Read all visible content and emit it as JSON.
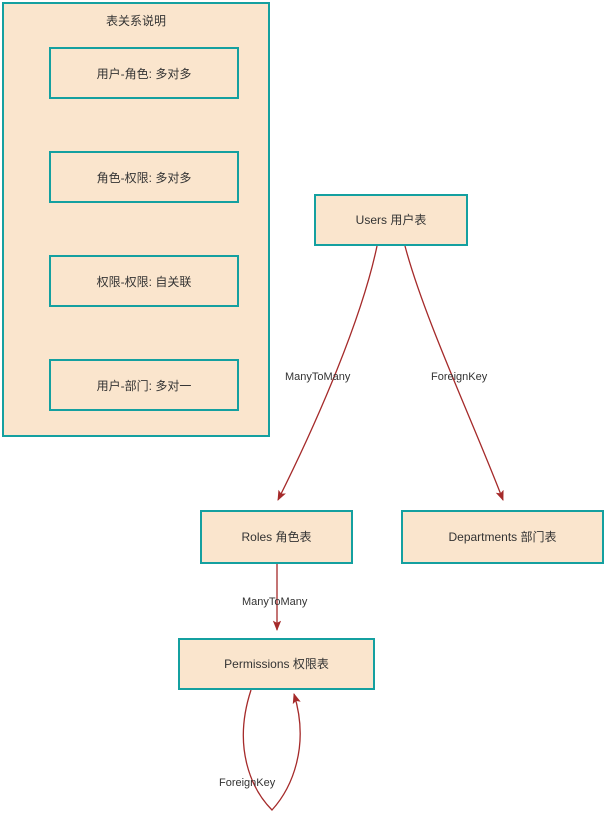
{
  "diagram": {
    "type": "er-relationship-flowchart",
    "background_color": "#ffffff",
    "node_fill": "#fae5cd",
    "node_border": "#14a0a0",
    "edge_color": "#a52a2a",
    "text_color": "#333333",
    "legend": {
      "title": "表关系说明",
      "items": [
        {
          "label": "用户-角色: 多对多"
        },
        {
          "label": "角色-权限: 多对多"
        },
        {
          "label": "权限-权限: 自关联"
        },
        {
          "label": "用户-部门: 多对一"
        }
      ]
    },
    "nodes": [
      {
        "id": "users",
        "label": "Users 用户表"
      },
      {
        "id": "roles",
        "label": "Roles 角色表"
      },
      {
        "id": "departments",
        "label": "Departments 部门表"
      },
      {
        "id": "permissions",
        "label": "Permissions 权限表"
      }
    ],
    "edges": [
      {
        "from": "users",
        "to": "roles",
        "label": "ManyToMany"
      },
      {
        "from": "users",
        "to": "departments",
        "label": "ForeignKey"
      },
      {
        "from": "roles",
        "to": "permissions",
        "label": "ManyToMany"
      },
      {
        "from": "permissions",
        "to": "permissions",
        "label": "ForeignKey"
      }
    ]
  }
}
